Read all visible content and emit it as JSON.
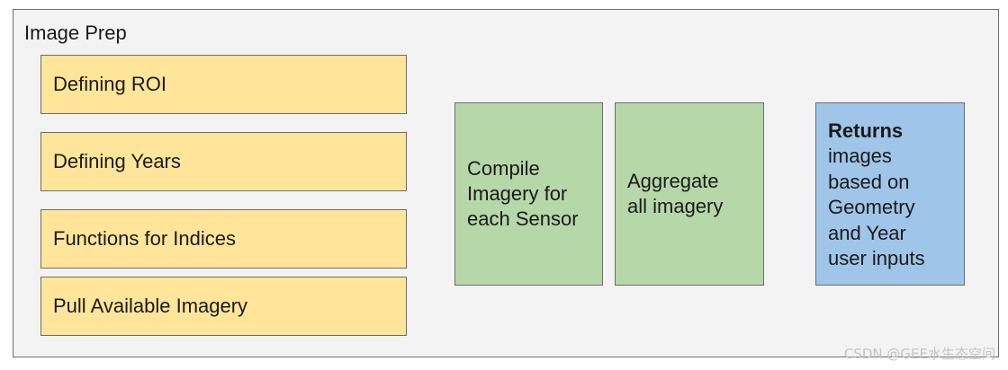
{
  "container": {
    "title": "Image Prep"
  },
  "steps": [
    {
      "label": "Defining ROI"
    },
    {
      "label": "Defining Years"
    },
    {
      "label": "Functions for Indices"
    },
    {
      "label": "Pull Available Imagery"
    }
  ],
  "compile": {
    "line1": "Compile",
    "line2": "Imagery for",
    "line3": "each Sensor"
  },
  "aggregate": {
    "line1": "Aggregate",
    "line2": "all imagery"
  },
  "returns": {
    "heading": "Returns",
    "line1": "images",
    "line2": "based on",
    "line3": "Geometry",
    "line4": "and Year",
    "line5": "user inputs"
  },
  "watermark": "CSDN @GEE水生态空间",
  "colors": {
    "container_bg": "#f3f3f3",
    "step_fill": "#ffe599",
    "process_fill": "#b6d7a8",
    "output_fill": "#9fc5e8",
    "border": "#6d6d6d"
  }
}
